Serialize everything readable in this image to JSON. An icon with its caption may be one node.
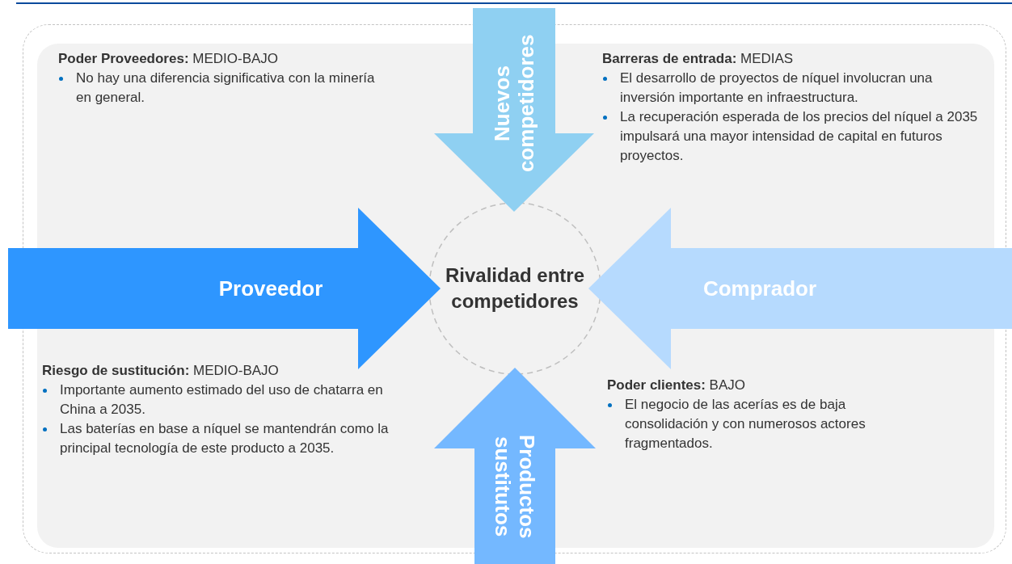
{
  "diagram": {
    "nodes": [
      {
        "text": [
          "Nuevos competidores"
        ]
      },
      {
        "text": [
          "Proveedor"
        ]
      },
      {
        "text": [
          "Rivalidad entre competidores"
        ]
      },
      {
        "text": [
          "Comprador"
        ]
      },
      {
        "text": [
          "Productos sustitutos"
        ]
      }
    ],
    "labels": [
      "**Poder Proveedores:** MEDIO-BAJO",
      "No hay una diferencia significativa con la minería en general.",
      "**Barreras de entrada:** MEDIAS",
      "El desarrollo de proyectos de níquel involucran una inversión importante en infraestructura.",
      "La recuperación esperada de los precios del níquel a 2035 impulsará una mayor intensidad de capital en futuros proyectos.",
      "**Riesgo de sustitución:** MEDIO-BAJO",
      "Importante aumento estimado del uso de chatarra en China a 2035.",
      "Las baterías en base a níquel se mantendrán como la principal tecnología de este producto a 2035.",
      "**Poder clientes:** BAJO",
      "El negocio de las acerías es de baja consolidación y con numerosos actores fragmentados."
    ]
  }
}
